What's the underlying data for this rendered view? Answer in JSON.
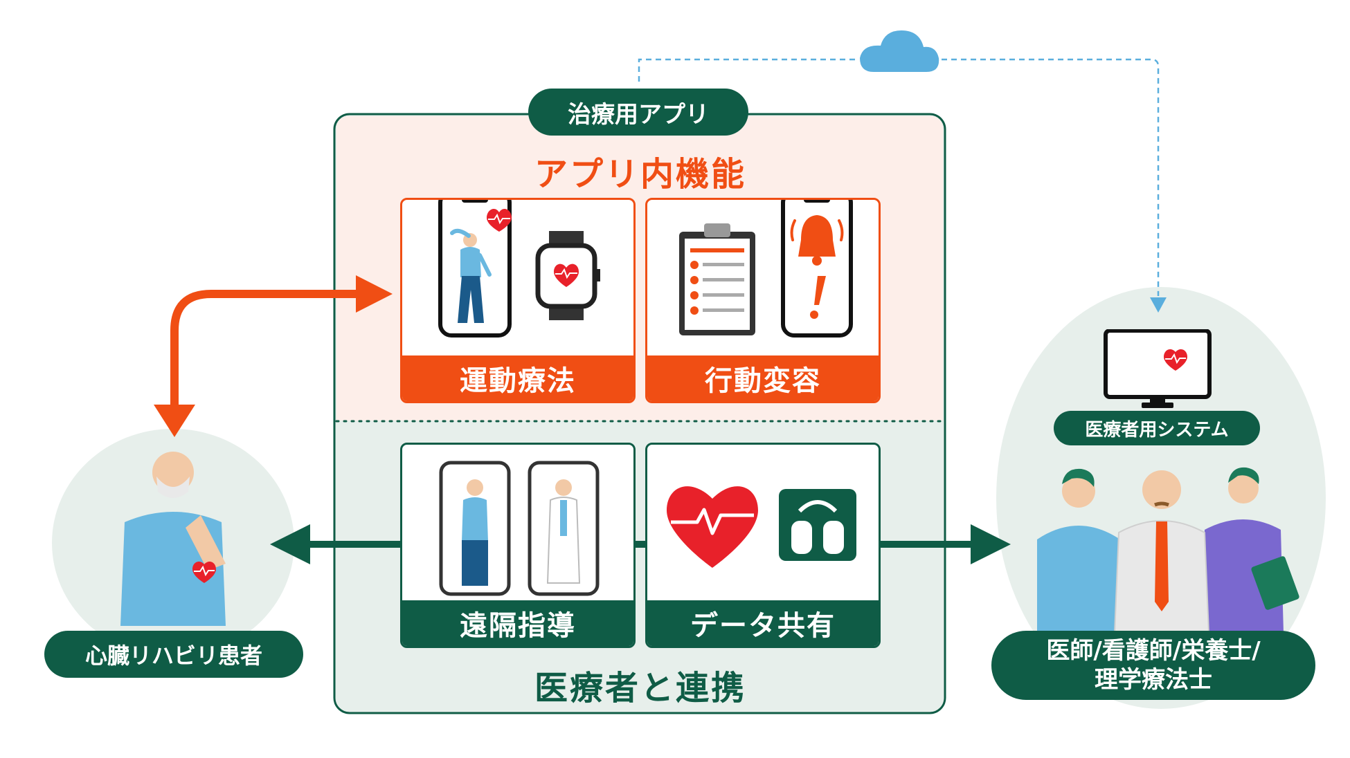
{
  "app_title": "治療用アプリ",
  "app_features_title": "アプリ内機能",
  "collaboration_title": "医療者と連携",
  "cards": {
    "exercise": "運動療法",
    "behavior": "行動変容",
    "remote": "遠隔指導",
    "data": "データ共有"
  },
  "patient_label": "心臓リハビリ患者",
  "system_label": "医療者用システム",
  "staff_label_line1": "医師/看護師/栄養士/",
  "staff_label_line2": "理学療法士",
  "colors": {
    "orange": "#f04e14",
    "green": "#0f5c46",
    "cloud": "#5aaedd",
    "heart": "#e8212a"
  }
}
